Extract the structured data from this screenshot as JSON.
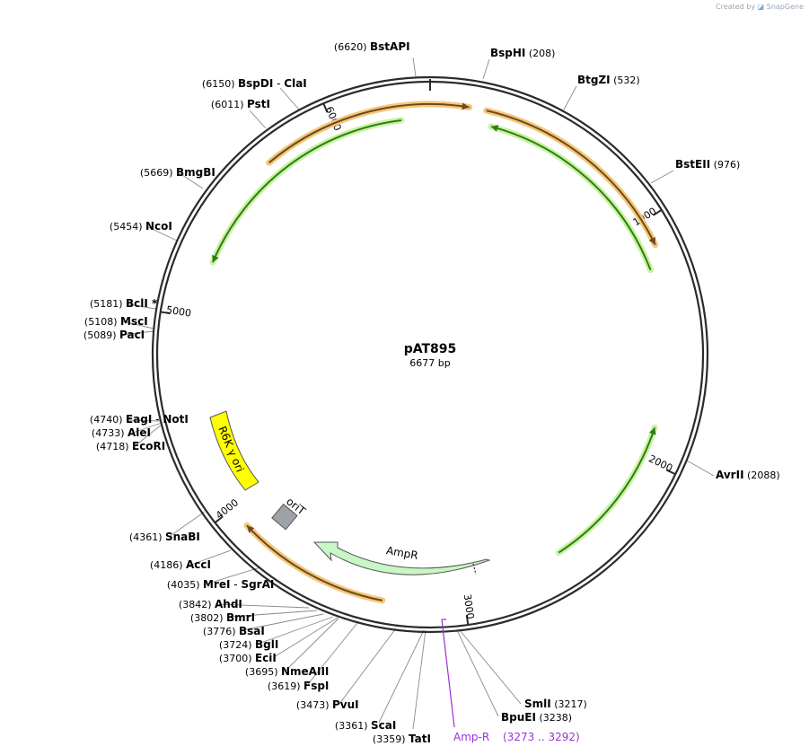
{
  "credit": {
    "prefix": "Created by",
    "brand": "SnapGene"
  },
  "plasmid": {
    "name": "pAT895",
    "length_label": "6677 bp"
  },
  "ruler_ticks": [
    "1000",
    "2000",
    "3000",
    "4000",
    "5000",
    "6000"
  ],
  "features": {
    "r6k_label": "R6K γ ori",
    "orit_label": "oriT",
    "ampr_label": "AmpR"
  },
  "colors": {
    "backbone": "#2b2b2b",
    "green_arrow": "#2f7d12",
    "green_glow": "#c9f2a4",
    "orange_arrow": "#6b4a1e",
    "orange_glow": "#f5c77a",
    "ampr_fill": "#c8f7c5",
    "r6k_fill": "#ffff00",
    "orit_fill": "#9ea3a8",
    "primer": "#9b30d9"
  },
  "sites": [
    {
      "name": "BstAPI",
      "pos": "(6620)",
      "side": "left"
    },
    {
      "name": "BspHI",
      "pos": "(208)",
      "side": "right"
    },
    {
      "name": "BtgZI",
      "pos": "(532)",
      "side": "right"
    },
    {
      "name": "BstEII",
      "pos": "(976)",
      "side": "right"
    },
    {
      "name": "AvrII",
      "pos": "(2088)",
      "side": "right"
    },
    {
      "name": "SmlI",
      "pos": "(3217)",
      "side": "right"
    },
    {
      "name": "BpuEI",
      "pos": "(3238)",
      "side": "right"
    },
    {
      "name": "TatI",
      "pos": "(3359)",
      "side": "left"
    },
    {
      "name": "ScaI",
      "pos": "(3361)",
      "side": "left"
    },
    {
      "name": "PvuI",
      "pos": "(3473)",
      "side": "left"
    },
    {
      "name": "FspI",
      "pos": "(3619)",
      "side": "left"
    },
    {
      "name": "NmeAIII",
      "pos": "(3695)",
      "side": "left"
    },
    {
      "name": "EciI",
      "pos": "(3700)",
      "side": "left"
    },
    {
      "name": "BglI",
      "pos": "(3724)",
      "side": "left"
    },
    {
      "name": "BsaI",
      "pos": "(3776)",
      "side": "left"
    },
    {
      "name": "BmrI",
      "pos": "(3802)",
      "side": "left"
    },
    {
      "name": "AhdI",
      "pos": "(3842)",
      "side": "left"
    },
    {
      "name": "MreI",
      "name2": "SgrAI",
      "pos": "(4035)",
      "side": "left"
    },
    {
      "name": "AccI",
      "pos": "(4186)",
      "side": "left"
    },
    {
      "name": "SnaBI",
      "pos": "(4361)",
      "side": "left"
    },
    {
      "name": "EcoRI",
      "pos": "(4718)",
      "side": "left"
    },
    {
      "name": "AleI",
      "pos": "(4733)",
      "side": "left"
    },
    {
      "name": "EagI",
      "name2": "NotI",
      "pos": "(4740)",
      "side": "left"
    },
    {
      "name": "PacI",
      "pos": "(5089)",
      "side": "left"
    },
    {
      "name": "MscI",
      "pos": "(5108)",
      "side": "left"
    },
    {
      "name": "BclI *",
      "pos": "(5181)",
      "side": "left"
    },
    {
      "name": "NcoI",
      "pos": "(5454)",
      "side": "left"
    },
    {
      "name": "BmgBI",
      "pos": "(5669)",
      "side": "left"
    },
    {
      "name": "PstI",
      "pos": "(6011)",
      "side": "left"
    },
    {
      "name": "BspDI",
      "name2": "ClaI",
      "pos": "(6150)",
      "side": "left"
    }
  ],
  "primer": {
    "name": "Amp-R",
    "range": "(3273 .. 3292)"
  }
}
